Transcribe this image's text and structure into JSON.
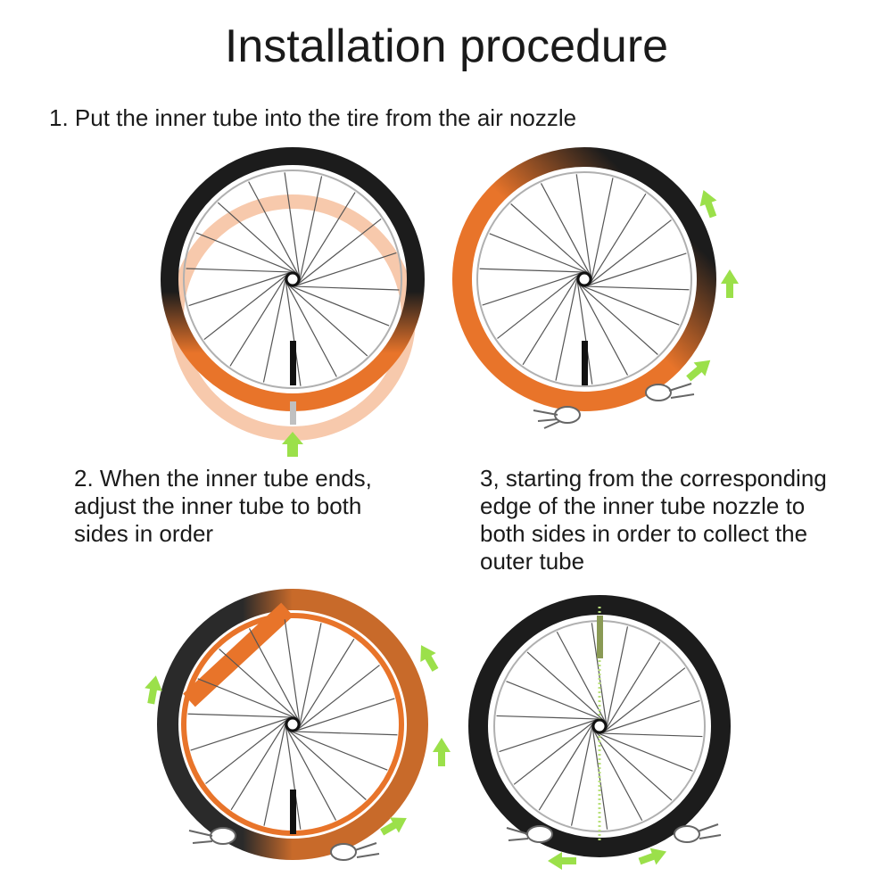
{
  "title": "Installation procedure",
  "steps": [
    {
      "text": "1. Put the inner tube into the tire from the air nozzle"
    },
    {
      "lines": [
        "2. When the inner tube ends,",
        "adjust the inner tube to both",
        "sides in order"
      ]
    },
    {
      "lines": [
        "3, starting from the corresponding",
        "edge of the inner tube nozzle to",
        "both sides in order to collect the",
        "outer tube"
      ]
    }
  ],
  "colors": {
    "tire": "#1c1c1c",
    "tube": "#e8742a",
    "tube_faded": "#f7c9ac",
    "arrow": "#9be04a",
    "spoke": "#555555"
  },
  "icons": [
    "bicycle-wheel-icon",
    "valve-icon",
    "hand-icon",
    "arrow-icon"
  ]
}
